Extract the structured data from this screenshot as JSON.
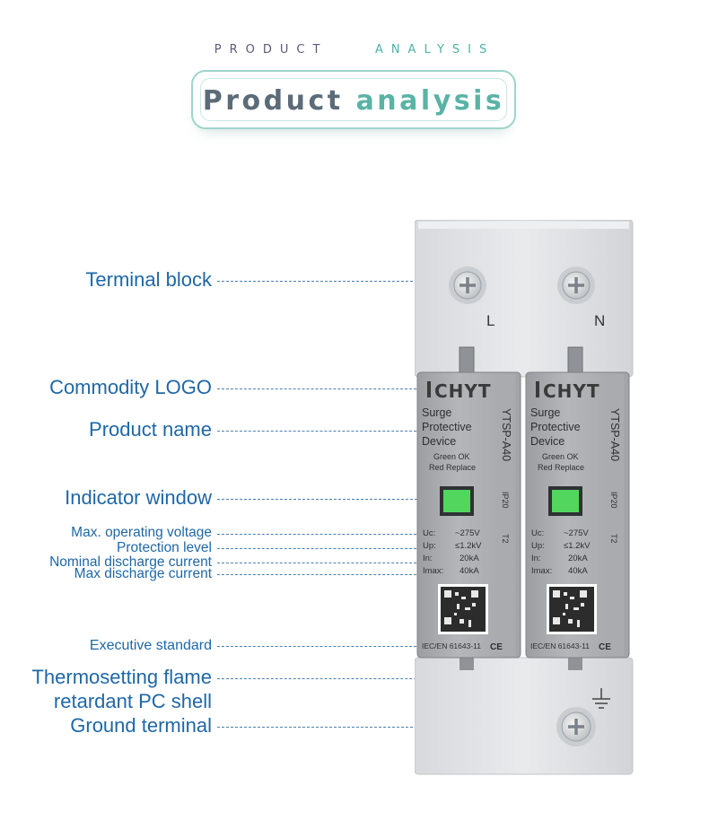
{
  "header": {
    "small_a": "PRODUCT",
    "small_b": "ANALYSIS",
    "title_a": "Product",
    "title_b": "analysis"
  },
  "labels": {
    "terminal_block": "Terminal block",
    "commodity_logo": "Commodity LOGO",
    "product_name": "Product name",
    "indicator_window": "Indicator window",
    "max_operating_voltage": "Max. operating voltage",
    "protection_level": "Protection level",
    "nominal_discharge": "Nominal discharge current",
    "max_discharge": "Max discharge current",
    "executive_standard": "Executive standard",
    "thermosetting_1": "Thermosetting flame",
    "thermosetting_2": "retardant PC shell",
    "ground_terminal": "Ground terminal"
  },
  "device": {
    "pole_l": "L",
    "pole_n": "N",
    "brand": "CHYT",
    "name_1": "Surge",
    "name_2": "Protective",
    "name_3": "Device",
    "ind_1": "Green OK",
    "ind_2": "Red Replace",
    "model": "YTSP-A40",
    "ip": "IP20",
    "type": "T2",
    "uc_k": "Uc:",
    "uc_v": "~275V",
    "up_k": "Up:",
    "up_v": "≤1.2kV",
    "in_k": "In:",
    "in_v": "20kA",
    "imax_k": "Imax:",
    "imax_v": "40kA",
    "standard": "IEC/EN 61643-11",
    "ce": "CE",
    "ground_symbol": "ground-symbol-icon"
  },
  "colors": {
    "label_blue": "#1f67a6",
    "indicator_green": "#52d65e",
    "accent_teal": "#5ab3a5"
  }
}
